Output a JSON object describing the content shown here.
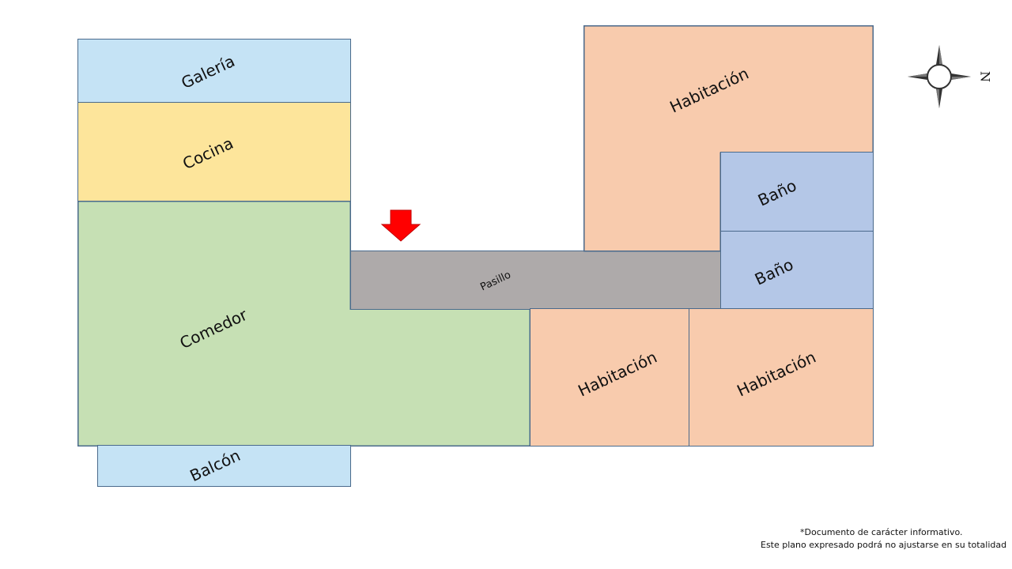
{
  "plan": {
    "colors": {
      "galeria": "#c5e3f5",
      "cocina": "#fde59b",
      "comedor": "#c6e0b4",
      "pasillo": "#aeaaaa",
      "habitacion": "#f8cbad",
      "bano": "#b4c7e7",
      "balcon": "#c5e3f5",
      "border": "#4a6a8c",
      "entrance_arrow": "#ff0000"
    },
    "rooms": {
      "galeria": "Galería",
      "cocina": "Cocina",
      "comedor": "Comedor",
      "pasillo": "Pasillo",
      "habitacion_norte": "Habitación",
      "bano_1": "Baño",
      "bano_2": "Baño",
      "habitacion_centro": "Habitación",
      "habitacion_este": "Habitación",
      "balcon": "Balcón"
    },
    "compass_label": "N",
    "entrance_icon": "red-arrow-down-icon"
  },
  "footer": {
    "line1": "*Documento de carácter informativo.",
    "line2": "Este plano expresado podrá no ajustarse en su totalidad"
  }
}
